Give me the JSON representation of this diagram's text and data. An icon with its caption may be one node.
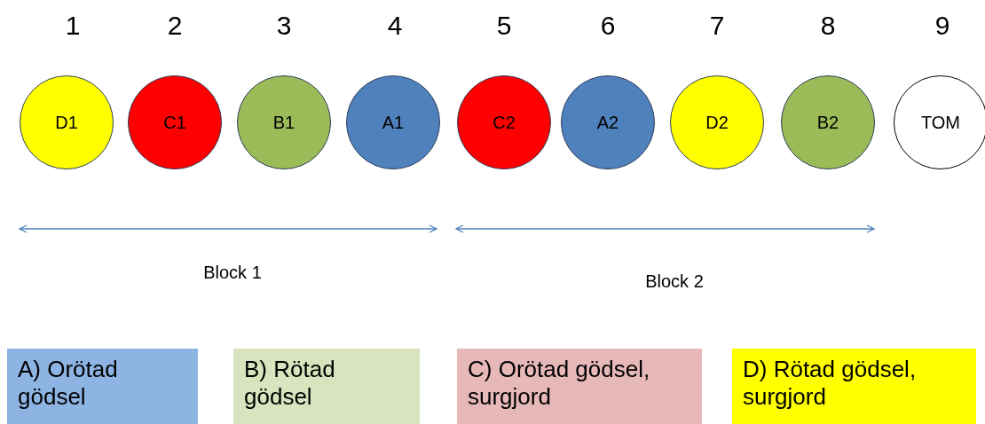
{
  "diagram": {
    "nodes": [
      {
        "text": [
          "D1"
        ]
      },
      {
        "text": [
          "C1"
        ]
      },
      {
        "text": [
          "B1"
        ]
      },
      {
        "text": [
          "A1"
        ]
      },
      {
        "text": [
          "C2"
        ]
      },
      {
        "text": [
          "A2"
        ]
      },
      {
        "text": [
          "D2"
        ]
      },
      {
        "text": [
          "B2"
        ]
      },
      {
        "text": [
          "TOM"
        ]
      }
    ],
    "edges": [],
    "labels": [
      "1",
      "2",
      "3",
      "4",
      "5",
      "6",
      "7",
      "8",
      "9",
      "Block 1",
      "Block 2"
    ],
    "legend": [
      {
        "text": "A) Orötad gödsel",
        "color": "#8eb4e3"
      },
      {
        "text": "B) Rötad gödsel",
        "color": "#d7e4bd"
      },
      {
        "text": "C) Orötad gödsel, surgjord",
        "color": "#e6b9b8"
      },
      {
        "text": "D) Rötad gödsel, surgjord",
        "color": "#ffff00"
      }
    ]
  }
}
